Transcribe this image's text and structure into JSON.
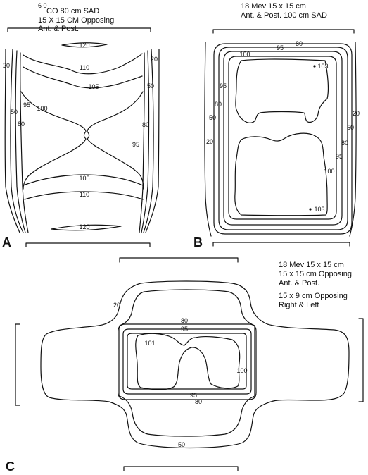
{
  "panel_a": {
    "letter": "A",
    "caption": [
      "CO 80 cm SAD",
      "15 X 15 CM Opposing",
      "Ant. & Post."
    ],
    "superscript": "6 0",
    "labels": {
      "i120t": "120",
      "i110": "110",
      "i105t": "105",
      "i100": "100",
      "i95l": "95",
      "i95r": "95",
      "i80l": "80",
      "i80r": "80",
      "i50l": "50",
      "i50r": "50",
      "i20l": "20",
      "i20r": "20",
      "i105b": "105",
      "i110b": "110",
      "i120b": "120"
    }
  },
  "panel_b": {
    "letter": "B",
    "caption": [
      "18 Mev 15 x 15 cm",
      "Ant. & Post. 100 cm SAD"
    ],
    "labels": {
      "i80": "80",
      "i95t": "95",
      "i100t": "100",
      "i103t": "103",
      "i95l": "95",
      "i80l": "80",
      "i50l": "50",
      "i20l": "20",
      "i20r": "20",
      "i50r": "50",
      "i80r": "80",
      "i95r": "95",
      "i100r": "100",
      "i103b": "103"
    }
  },
  "panel_c": {
    "letter": "C",
    "caption": [
      "18 Mev 15 x 15 cm",
      "15 x 15 cm Opposing",
      "Ant. & Post.",
      "",
      "15 x 9 cm Opposing",
      "Right & Left"
    ],
    "labels": {
      "i20": "20",
      "i80t": "80",
      "i95t": "95",
      "i101": "101",
      "i100": "100",
      "i95b": "95",
      "i80b": "80",
      "i50": "50"
    }
  },
  "colors": {
    "ink": "#111111",
    "background": "#ffffff"
  }
}
